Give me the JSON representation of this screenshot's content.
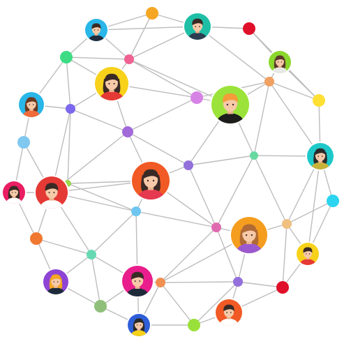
{
  "network": {
    "colors": {
      "edge": "#bdbdbd",
      "skin": "#f6c9a8",
      "skin_shadow": "#eab48f"
    },
    "avatars": [
      {
        "id": "a1",
        "bg": "#29b6e8",
        "hair": "#3a2a25",
        "shirt": "#1f2a3a",
        "female": false
      },
      {
        "id": "a2",
        "bg": "#1fbfa6",
        "hair": "#3a2a25",
        "shirt": "#2c3e50",
        "female": false
      },
      {
        "id": "a3",
        "bg": "#8bd72c",
        "hair": "#5a3a28",
        "shirt": "#e8e8e8",
        "female": true
      },
      {
        "id": "a4",
        "bg": "#f7d11a",
        "hair": "#3a2a25",
        "shirt": "#e53935",
        "female": true
      },
      {
        "id": "a5",
        "bg": "#9be33a",
        "hair": "#f59d3a",
        "shirt": "#1d1d1d",
        "female": false
      },
      {
        "id": "a6",
        "bg": "#29b6e8",
        "hair": "#6b3a22",
        "shirt": "#f06a3a",
        "female": true
      },
      {
        "id": "a7",
        "bg": "#1fc8c8",
        "hair": "#2a2a2a",
        "shirt": "#c7b23a",
        "female": true
      },
      {
        "id": "a8",
        "bg": "#f15a24",
        "hair": "#3a2a25",
        "shirt": "#e53950",
        "female": true
      },
      {
        "id": "a9",
        "bg": "#e91e63",
        "hair": "#3a2a25",
        "shirt": "#ffffff",
        "female": true
      },
      {
        "id": "a10",
        "bg": "#e53935",
        "hair": "#3a2a25",
        "shirt": "#ffffff",
        "female": false
      },
      {
        "id": "a11",
        "bg": "#f59d1f",
        "hair": "#b06a34",
        "shirt": "#9b59d0",
        "female": true
      },
      {
        "id": "a12",
        "bg": "#f7d11a",
        "hair": "#3a2a25",
        "shirt": "#e53935",
        "female": false
      },
      {
        "id": "a13",
        "bg": "#8e44d4",
        "hair": "#f5a623",
        "shirt": "#1d2a3a",
        "female": true
      },
      {
        "id": "a14",
        "bg": "#e91e8c",
        "hair": "#3a2a25",
        "shirt": "#1d2a3a",
        "female": false
      },
      {
        "id": "a15",
        "bg": "#f15a24",
        "hair": "#3a2a25",
        "shirt": "#ffffff",
        "female": false
      },
      {
        "id": "a16",
        "bg": "#2e5fd8",
        "hair": "#2a2a2a",
        "shirt": "#f7d11a",
        "female": true
      }
    ],
    "dots": [
      {
        "id": "d1",
        "color": "#f5a623"
      },
      {
        "id": "d2",
        "color": "#e0102a"
      },
      {
        "id": "d3",
        "color": "#3ddc84"
      },
      {
        "id": "d4",
        "color": "#f06292"
      },
      {
        "id": "d5",
        "color": "#f0a060"
      },
      {
        "id": "d6",
        "color": "#d783e6"
      },
      {
        "id": "d7",
        "color": "#ffe033"
      },
      {
        "id": "d8",
        "color": "#7b68ee"
      },
      {
        "id": "d9",
        "color": "#a169d9"
      },
      {
        "id": "d10",
        "color": "#80c8f0"
      },
      {
        "id": "d11",
        "color": "#9370db"
      },
      {
        "id": "d12",
        "color": "#66d9a0"
      },
      {
        "id": "d13",
        "color": "#9ad54a"
      },
      {
        "id": "d14",
        "color": "#6ec6f0"
      },
      {
        "id": "d15",
        "color": "#2cd4f0"
      },
      {
        "id": "d16",
        "color": "#e95a6a"
      },
      {
        "id": "d17",
        "color": "#f0c080"
      },
      {
        "id": "d18",
        "color": "#f07830"
      },
      {
        "id": "d19",
        "color": "#66d9b3"
      },
      {
        "id": "d20",
        "color": "#f09050"
      },
      {
        "id": "d21",
        "color": "#9370db"
      },
      {
        "id": "d22",
        "color": "#e0102a"
      },
      {
        "id": "d23",
        "color": "#8fbf7a"
      },
      {
        "id": "d24",
        "color": "#9ae03a"
      },
      {
        "id": "d25",
        "color": "#e06ab0"
      }
    ],
    "edges": [
      [
        "d1",
        "a2"
      ],
      [
        "d1",
        "a1"
      ],
      [
        "d1",
        "d4"
      ],
      [
        "a2",
        "d2"
      ],
      [
        "a2",
        "d4"
      ],
      [
        "a2",
        "d5"
      ],
      [
        "a2",
        "a1"
      ],
      [
        "d2",
        "a3"
      ],
      [
        "d2",
        "d7"
      ],
      [
        "a3",
        "d5"
      ],
      [
        "a3",
        "d7"
      ],
      [
        "a1",
        "d3"
      ],
      [
        "a1",
        "d4"
      ],
      [
        "d3",
        "d4"
      ],
      [
        "d3",
        "a4"
      ],
      [
        "d3",
        "a6"
      ],
      [
        "d3",
        "d8"
      ],
      [
        "d4",
        "a4"
      ],
      [
        "d4",
        "d6"
      ],
      [
        "d4",
        "a5"
      ],
      [
        "a4",
        "d6"
      ],
      [
        "a4",
        "d8"
      ],
      [
        "a4",
        "d9"
      ],
      [
        "d6",
        "a5"
      ],
      [
        "d6",
        "d9"
      ],
      [
        "d6",
        "d5"
      ],
      [
        "d5",
        "a5"
      ],
      [
        "d5",
        "d7"
      ],
      [
        "d5",
        "d12"
      ],
      [
        "d5",
        "a7"
      ],
      [
        "d7",
        "a7"
      ],
      [
        "a5",
        "d11"
      ],
      [
        "a5",
        "d12"
      ],
      [
        "a6",
        "d8"
      ],
      [
        "a6",
        "d10"
      ],
      [
        "d8",
        "d9"
      ],
      [
        "d8",
        "a10"
      ],
      [
        "d10",
        "a10"
      ],
      [
        "d10",
        "a9"
      ],
      [
        "d9",
        "a8"
      ],
      [
        "d9",
        "a10"
      ],
      [
        "d9",
        "d11"
      ],
      [
        "d11",
        "a8"
      ],
      [
        "d11",
        "d12"
      ],
      [
        "d11",
        "d25"
      ],
      [
        "d12",
        "a7"
      ],
      [
        "d12",
        "d17"
      ],
      [
        "d12",
        "d25"
      ],
      [
        "a7",
        "d15"
      ],
      [
        "a7",
        "d17"
      ],
      [
        "a7",
        "a12"
      ],
      [
        "a8",
        "d14"
      ],
      [
        "a8",
        "d25"
      ],
      [
        "a8",
        "a10"
      ],
      [
        "a9",
        "d18"
      ],
      [
        "a9",
        "a10"
      ],
      [
        "a10",
        "d18"
      ],
      [
        "a10",
        "d14"
      ],
      [
        "a10",
        "d19"
      ],
      [
        "d14",
        "d19"
      ],
      [
        "d14",
        "d25"
      ],
      [
        "d14",
        "a14"
      ],
      [
        "d25",
        "a11"
      ],
      [
        "d25",
        "d20"
      ],
      [
        "d25",
        "d21"
      ],
      [
        "a11",
        "d17"
      ],
      [
        "a11",
        "d21"
      ],
      [
        "a11",
        "d20"
      ],
      [
        "d17",
        "d15"
      ],
      [
        "d17",
        "a12"
      ],
      [
        "d17",
        "d22"
      ],
      [
        "d15",
        "a12"
      ],
      [
        "a12",
        "d22"
      ],
      [
        "d18",
        "d19"
      ],
      [
        "d18",
        "a13"
      ],
      [
        "d19",
        "a13"
      ],
      [
        "d19",
        "a14"
      ],
      [
        "d19",
        "d23"
      ],
      [
        "a13",
        "d23"
      ],
      [
        "a14",
        "d23"
      ],
      [
        "a14",
        "d20"
      ],
      [
        "a14",
        "a16"
      ],
      [
        "d20",
        "d21"
      ],
      [
        "d20",
        "a16"
      ],
      [
        "d20",
        "d24"
      ],
      [
        "d21",
        "d22"
      ],
      [
        "d21",
        "a15"
      ],
      [
        "d21",
        "d24"
      ],
      [
        "d22",
        "a15"
      ],
      [
        "a15",
        "d24"
      ],
      [
        "d23",
        "a16"
      ],
      [
        "a16",
        "d24"
      ],
      [
        "d13",
        "a10"
      ],
      [
        "d13",
        "d8"
      ],
      [
        "d13",
        "a8"
      ],
      [
        "d13",
        "d14"
      ]
    ]
  }
}
